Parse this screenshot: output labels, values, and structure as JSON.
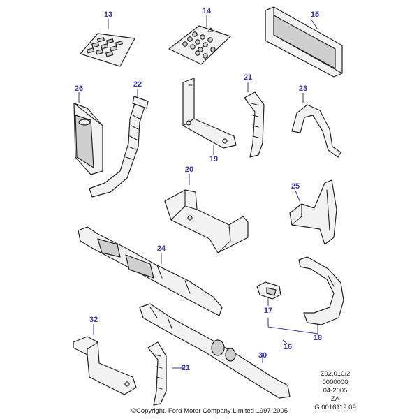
{
  "callouts": {
    "c13": "13",
    "c14": "14",
    "c15": "15",
    "c26": "26",
    "c22": "22",
    "c19": "19",
    "c21a": "21",
    "c23": "23",
    "c20": "20",
    "c25": "25",
    "c24": "24",
    "c17": "17",
    "c18": "18",
    "c16": "16",
    "c32": "32",
    "c21b": "21",
    "c30": "30"
  },
  "ref_block": {
    "line1": "Z02.010/2",
    "line2": "0000000",
    "line3": "04-2005",
    "line4": "ZA",
    "line5": "G 0016119 09"
  },
  "copyright": "©Copyright, Ford Motor Company Limited 1997-2005"
}
